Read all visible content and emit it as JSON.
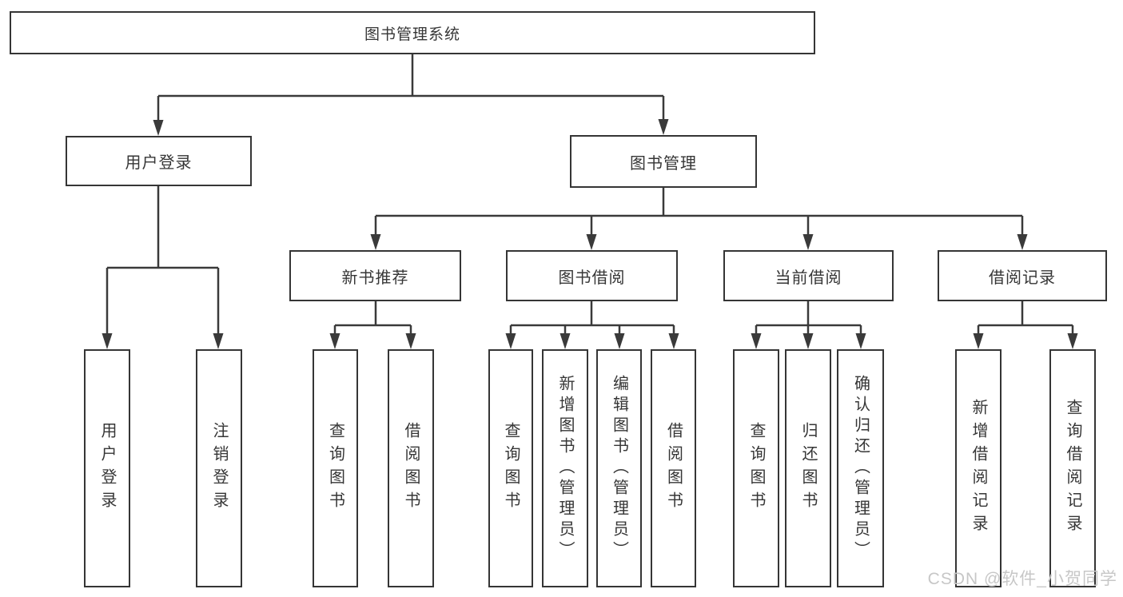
{
  "diagram": {
    "title": "图书管理系统",
    "root": {
      "label": "图书管理系统"
    },
    "branches": [
      {
        "label": "用户登录",
        "children": [
          {
            "label": "用户登录"
          },
          {
            "label": "注销登录"
          }
        ]
      },
      {
        "label": "图书管理",
        "children": [
          {
            "label": "新书推荐",
            "children": [
              {
                "label": "查询图书"
              },
              {
                "label": "借阅图书"
              }
            ]
          },
          {
            "label": "图书借阅",
            "children": [
              {
                "label": "查询图书"
              },
              {
                "label": "新增图书（管理员）"
              },
              {
                "label": "编辑图书（管理员）"
              },
              {
                "label": "借阅图书"
              }
            ]
          },
          {
            "label": "当前借阅",
            "children": [
              {
                "label": "查询图书"
              },
              {
                "label": "归还图书"
              },
              {
                "label": "确认归还（管理员）"
              }
            ]
          },
          {
            "label": "借阅记录",
            "children": [
              {
                "label": "新增借阅记录"
              },
              {
                "label": "查询借阅记录"
              }
            ]
          }
        ]
      }
    ]
  },
  "watermark": {
    "text": "CSDN @软件_小贺同学",
    "color": "#c7c7c7"
  },
  "colors": {
    "line": "#3a3a3a",
    "box_border": "#353535",
    "text": "#363636",
    "background": "#ffffff"
  }
}
